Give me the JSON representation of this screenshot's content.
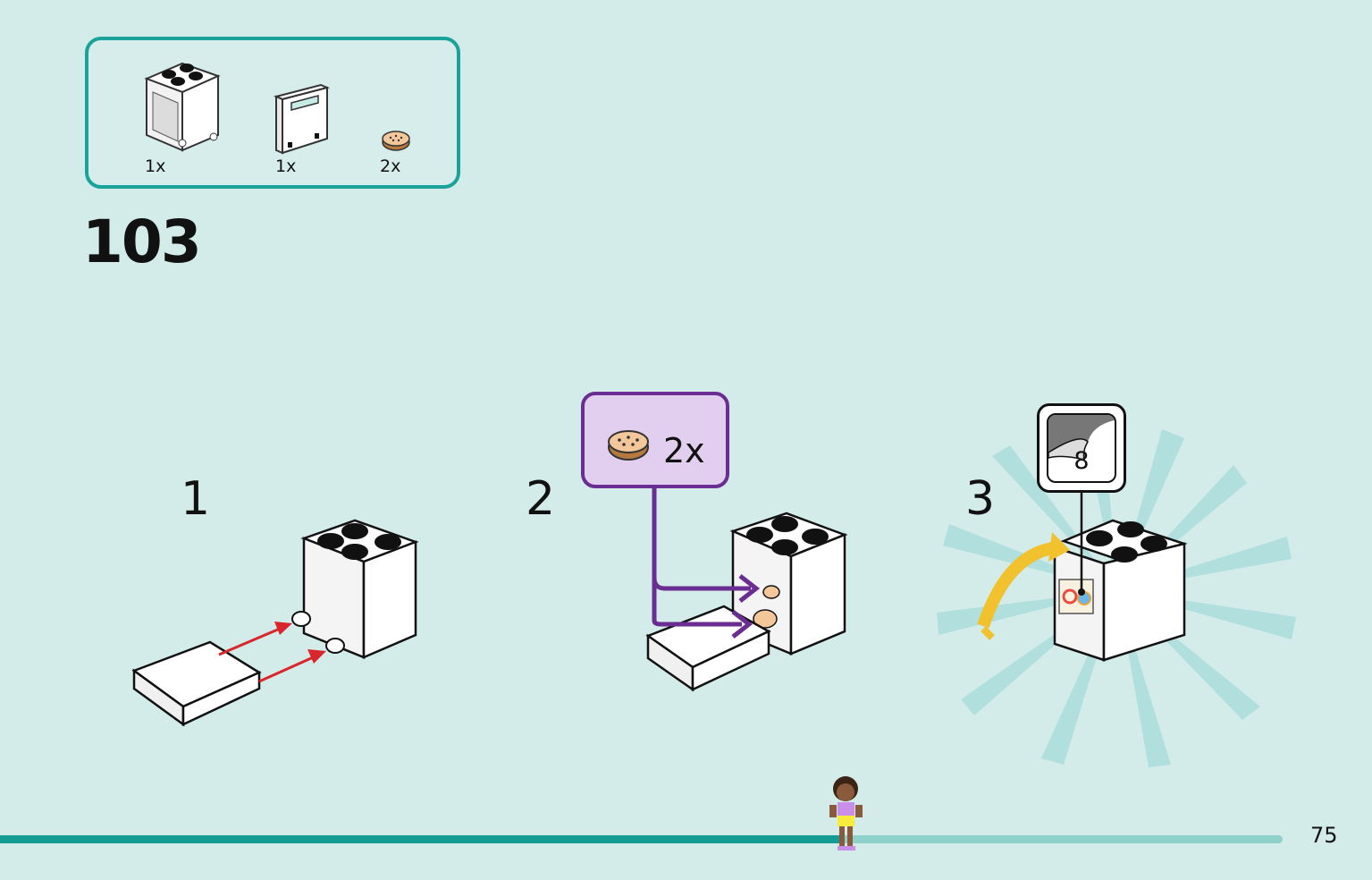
{
  "parts_list": [
    {
      "icon": "white-2x2x2-container-brick",
      "quantity": "1x"
    },
    {
      "icon": "white-container-door-panel",
      "quantity": "1x"
    },
    {
      "icon": "tan-round-cookie-tile",
      "quantity": "2x"
    }
  ],
  "step": {
    "number": "103"
  },
  "substeps": [
    {
      "label": "1"
    },
    {
      "label": "2",
      "callout": {
        "icon": "tan-round-cookie-tile",
        "quantity": "2x"
      }
    },
    {
      "label": "3",
      "sticker": {
        "number": "8"
      }
    }
  ],
  "progress": {
    "fraction": 0.655,
    "fill_color": "#139b94",
    "track_color": "#8fd2cc"
  },
  "page_number": "75",
  "colors": {
    "background": "#d3ecea",
    "accent": "#1ba39b",
    "callout": "#6a2d91",
    "arrow_red": "#d9262c",
    "arrow_yellow": "#f2c12e"
  }
}
